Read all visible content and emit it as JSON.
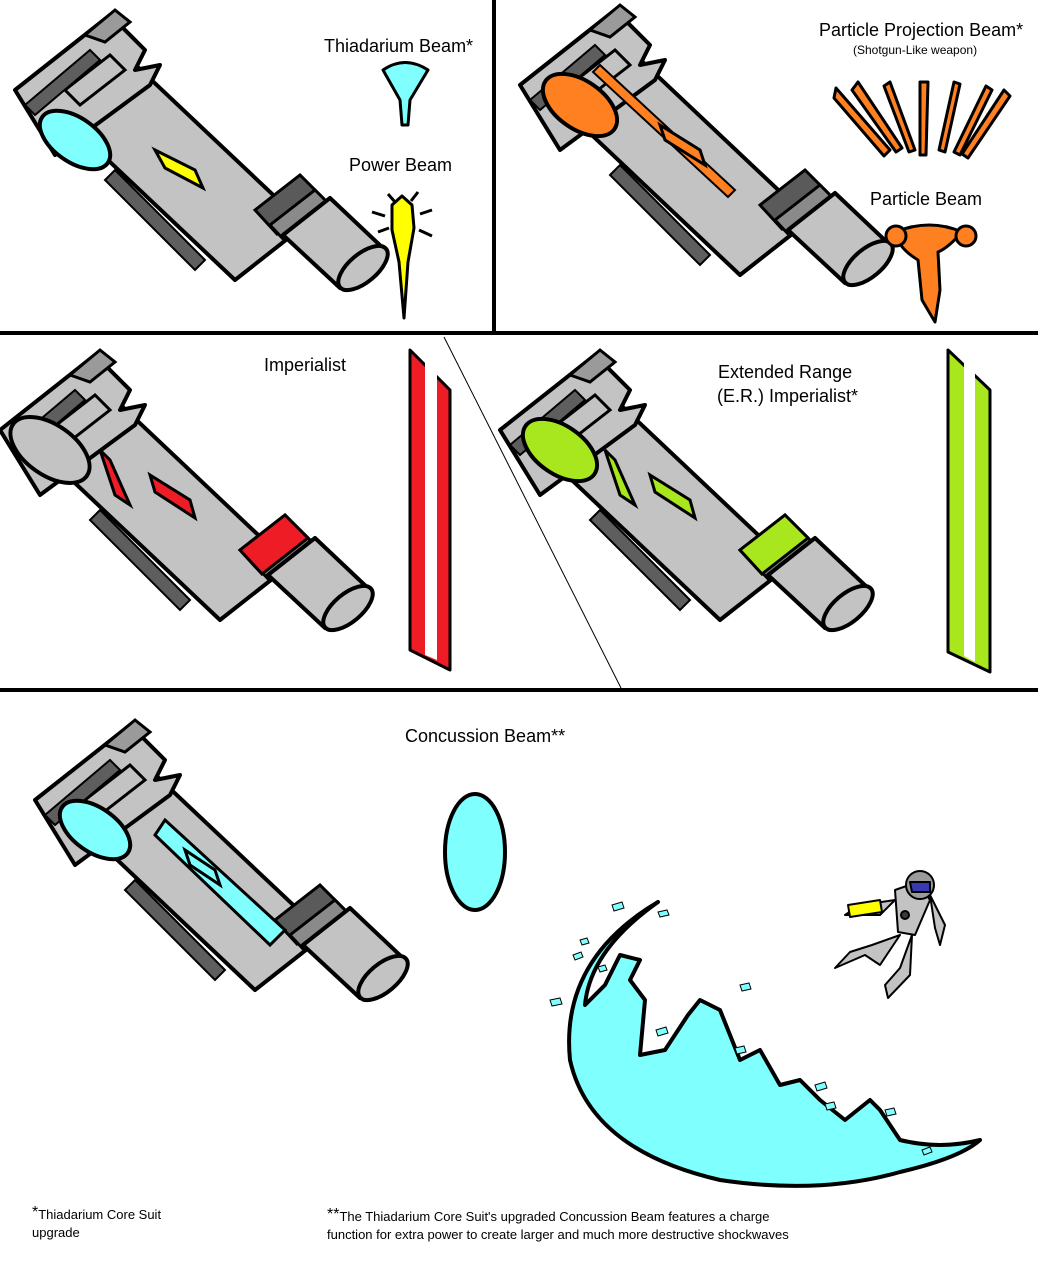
{
  "labels": {
    "thiadarium_beam": "Thiadarium Beam*",
    "power_beam": "Power Beam",
    "particle_projection_beam": "Particle Projection Beam*",
    "particle_projection_sub": "(Shotgun-Like weapon)",
    "particle_beam": "Particle Beam",
    "imperialist": "Imperialist",
    "er_imperialist_line1": "Extended Range",
    "er_imperialist_line2": "(E.R.) Imperialist*",
    "concussion_beam": "Concussion Beam**"
  },
  "footnotes": {
    "note1_mark": "*",
    "note1_text_line1": "Thiadarium Core Suit",
    "note1_text_line2": "upgrade",
    "note2_mark": "**",
    "note2_text_line1": "The Thiadarium Core Suit's upgraded Concussion Beam features a charge",
    "note2_text_line2": "function for extra power to create larger and much more destructive shockwaves"
  },
  "colors": {
    "thiadarium": "#80ffff",
    "power": "#ffff00",
    "particle": "#ff8020",
    "imperialist": "#ee1c24",
    "er_imperialist": "#a8e61d",
    "concussion": "#80ffff",
    "armor": "#c3c3c3",
    "armor_dark": "#6e6e6e"
  }
}
